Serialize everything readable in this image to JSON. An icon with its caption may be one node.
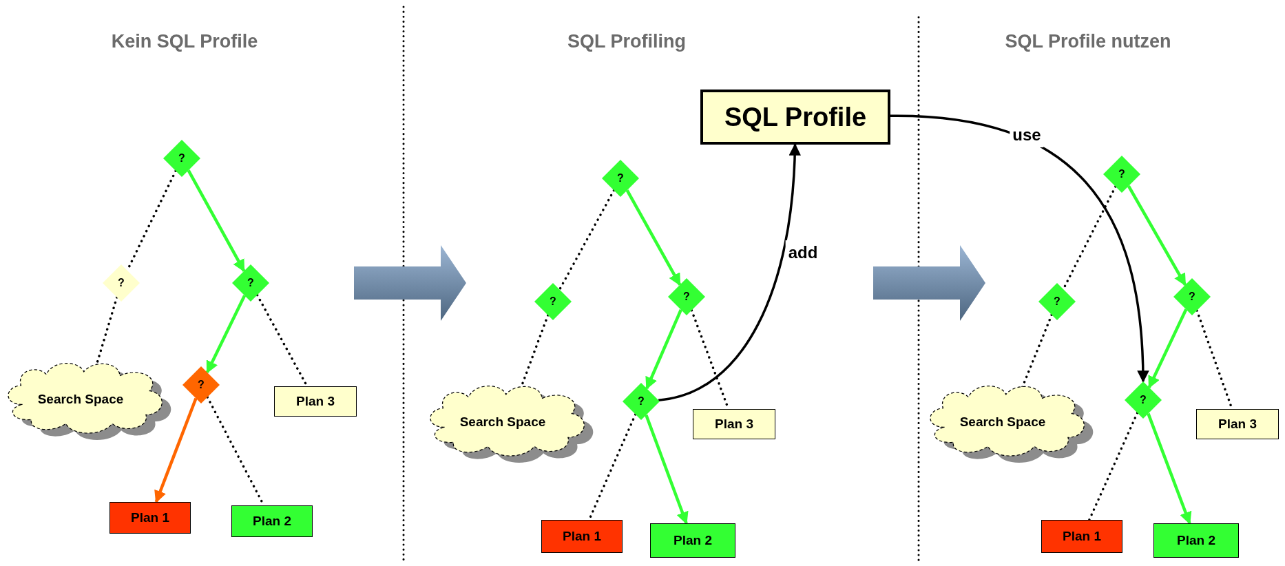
{
  "diagram": {
    "nodes": [
      {
        "text": [
          "?"
        ]
      },
      {
        "text": [
          "?"
        ]
      },
      {
        "text": [
          "?"
        ]
      },
      {
        "text": [
          "Search Space"
        ]
      },
      {
        "text": [
          "?"
        ]
      },
      {
        "text": [
          "Plan 3"
        ]
      },
      {
        "text": [
          "Plan 1"
        ]
      },
      {
        "text": [
          "Plan 2"
        ]
      },
      {
        "text": [
          "SQL Profile"
        ]
      },
      {
        "text": [
          "?"
        ]
      },
      {
        "text": [
          "?"
        ]
      },
      {
        "text": [
          "?"
        ]
      },
      {
        "text": [
          "Search Space"
        ]
      },
      {
        "text": [
          "?"
        ]
      },
      {
        "text": [
          "Plan 3"
        ]
      },
      {
        "text": [
          "Plan 1"
        ]
      },
      {
        "text": [
          "Plan 2"
        ]
      },
      {
        "text": [
          "?"
        ]
      },
      {
        "text": [
          "?"
        ]
      },
      {
        "text": [
          "?"
        ]
      },
      {
        "text": [
          "Search Space"
        ]
      },
      {
        "text": [
          "?"
        ]
      },
      {
        "text": [
          "Plan 3"
        ]
      },
      {
        "text": [
          "Plan 1"
        ]
      },
      {
        "text": [
          "Plan 2"
        ]
      }
    ],
    "edges": [
      {
        "from": 0,
        "to": 1,
        "arrow": "none",
        "style": "dashed"
      },
      {
        "from": 0,
        "to": 2,
        "arrow": "to",
        "color": "#33ff33"
      },
      {
        "from": 1,
        "to": 3,
        "arrow": "none",
        "style": "dashed"
      },
      {
        "from": 2,
        "to": 4,
        "arrow": "to",
        "color": "#33ff33"
      },
      {
        "from": 2,
        "to": 5,
        "arrow": "none",
        "style": "dashed"
      },
      {
        "from": 4,
        "to": 6,
        "arrow": "to",
        "color": "#ff6600"
      },
      {
        "from": 4,
        "to": 7,
        "arrow": "none",
        "style": "dashed"
      },
      {
        "from": 9,
        "to": 10,
        "arrow": "none",
        "style": "dashed"
      },
      {
        "from": 9,
        "to": 11,
        "arrow": "to",
        "color": "#33ff33"
      },
      {
        "from": 10,
        "to": 12,
        "arrow": "none",
        "style": "dashed"
      },
      {
        "from": 11,
        "to": 13,
        "arrow": "to",
        "color": "#33ff33"
      },
      {
        "from": 11,
        "to": 14,
        "arrow": "none",
        "style": "dashed"
      },
      {
        "from": 13,
        "to": 15,
        "arrow": "none",
        "style": "dashed"
      },
      {
        "from": 13,
        "to": 16,
        "arrow": "to",
        "color": "#33ff33"
      },
      {
        "from": 13,
        "to": 8,
        "arrow": "to",
        "label": "add"
      },
      {
        "from": 17,
        "to": 18,
        "arrow": "none",
        "style": "dashed"
      },
      {
        "from": 17,
        "to": 19,
        "arrow": "to",
        "color": "#33ff33"
      },
      {
        "from": 18,
        "to": 20,
        "arrow": "none",
        "style": "dashed"
      },
      {
        "from": 19,
        "to": 21,
        "arrow": "to",
        "color": "#33ff33"
      },
      {
        "from": 19,
        "to": 22,
        "arrow": "none",
        "style": "dashed"
      },
      {
        "from": 21,
        "to": 23,
        "arrow": "none",
        "style": "dashed"
      },
      {
        "from": 21,
        "to": 24,
        "arrow": "to",
        "color": "#33ff33"
      },
      {
        "from": 8,
        "to": 21,
        "arrow": "to",
        "label": "use"
      }
    ],
    "labels": [
      "Kein SQL Profile",
      "SQL Profiling",
      "SQL Profile nutzen"
    ]
  }
}
